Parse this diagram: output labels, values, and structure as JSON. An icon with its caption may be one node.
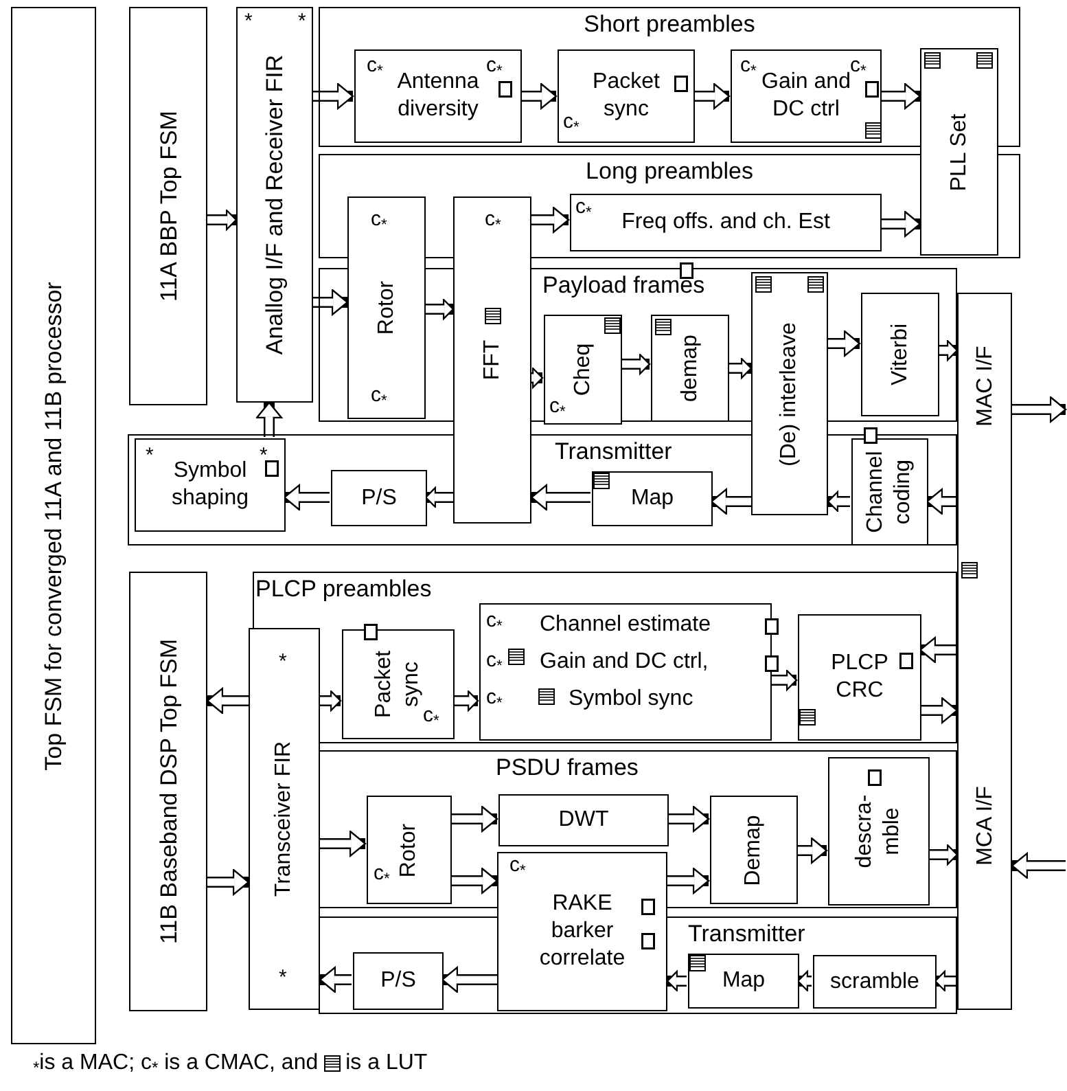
{
  "diagram": {
    "nodes": [
      {
        "text": [
          "Top FSM for converged 11A and 11B processor"
        ]
      },
      {
        "text": [
          "11A BBP Top FSM"
        ]
      },
      {
        "text": [
          "Anallog I/F and Receiver FIR",
          "*",
          "*"
        ]
      },
      {
        "text": [
          "Short preambles"
        ]
      },
      {
        "text": [
          "Antenna diversity",
          "c$_{*}$",
          "c$_{*}$"
        ],
        "in": 3
      },
      {
        "text": [
          "Packet sync",
          "c$_{*}$"
        ],
        "in": 3
      },
      {
        "text": [
          "Gain and DC ctrl",
          "c$_{*}$",
          "c$_{*}$"
        ],
        "in": 3
      },
      {
        "text": [
          "PLL Set"
        ]
      },
      {
        "text": [
          "Long preambles"
        ]
      },
      {
        "text": [
          "Freq offs. and ch. Est",
          "c$_{*}$"
        ],
        "in": 8
      },
      {
        "text": [
          "Rotor",
          "c$_{*}$",
          "c$_{*}$"
        ]
      },
      {
        "text": [
          "FFT",
          "c$_{*}$"
        ]
      },
      {
        "text": [
          "Payload frames"
        ]
      },
      {
        "text": [
          "Cheq",
          "c$_{*}$"
        ],
        "in": 12
      },
      {
        "text": [
          "demap"
        ],
        "in": 12
      },
      {
        "text": [
          "Viterbi"
        ],
        "in": 12
      },
      {
        "text": [
          "(De) interleave"
        ]
      },
      {
        "text": [
          "MAC I/F",
          "MCA I/F"
        ]
      },
      {
        "text": [
          "Transmitter"
        ]
      },
      {
        "text": [
          "Symbol shaping",
          "*",
          "*"
        ],
        "in": 18
      },
      {
        "text": [
          "P/S"
        ],
        "in": 18
      },
      {
        "text": [
          "Map"
        ],
        "in": 18
      },
      {
        "text": [
          "Channel coding"
        ],
        "in": 18
      },
      {
        "text": [
          "11B Baseband DSP Top FSM"
        ]
      },
      {
        "text": [
          "Transceiver FIR",
          "*",
          "*"
        ]
      },
      {
        "text": [
          "PLCP preambles"
        ]
      },
      {
        "text": [
          "Packet sync",
          "c$_{*}$"
        ],
        "in": 25
      },
      {
        "text": [
          "Channel estimate",
          "Gain and DC ctrl,",
          "Symbol sync",
          "c$_{*}$",
          "c$_{*}$",
          "c$_{*}$"
        ],
        "in": 25
      },
      {
        "text": [
          "PLCP CRC"
        ],
        "in": 25
      },
      {
        "text": [
          "PSDU frames"
        ]
      },
      {
        "text": [
          "Rotor",
          "c$_{*}$"
        ],
        "in": 29
      },
      {
        "text": [
          "DWT"
        ],
        "in": 29
      },
      {
        "text": [
          "Demap"
        ],
        "in": 29
      },
      {
        "text": [
          "descra- mble"
        ],
        "in": 29
      },
      {
        "text": [
          "RAKE barker correlate",
          "c$_{*}$"
        ]
      },
      {
        "text": [
          "Transmitter"
        ]
      },
      {
        "text": [
          "P/S"
        ],
        "in": 35
      },
      {
        "text": [
          "Map"
        ],
        "in": 35
      },
      {
        "text": [
          "scramble"
        ],
        "in": 35
      }
    ],
    "edges": [
      {
        "from": 1,
        "to": 2,
        "arrow": "to"
      },
      {
        "from": 2,
        "to": 4,
        "arrow": "to"
      },
      {
        "from": 4,
        "to": 5,
        "arrow": "to"
      },
      {
        "from": 5,
        "to": 6,
        "arrow": "to"
      },
      {
        "from": 6,
        "to": 7,
        "arrow": "to"
      },
      {
        "from": 11,
        "to": 9,
        "arrow": "to"
      },
      {
        "from": 9,
        "to": 7,
        "arrow": "to"
      },
      {
        "from": 2,
        "to": 10,
        "arrow": "to"
      },
      {
        "from": 10,
        "to": 11,
        "arrow": "to"
      },
      {
        "from": 11,
        "to": 13,
        "arrow": "to"
      },
      {
        "from": 13,
        "to": 14,
        "arrow": "to"
      },
      {
        "from": 14,
        "to": 16,
        "arrow": "to"
      },
      {
        "from": 16,
        "to": 15,
        "arrow": "to"
      },
      {
        "from": 15,
        "to": 17,
        "arrow": "to"
      },
      {
        "from": 17,
        "to": null,
        "arrow": "to"
      },
      {
        "from": 17,
        "to": 22,
        "arrow": "to"
      },
      {
        "from": 22,
        "to": 16,
        "arrow": "to"
      },
      {
        "from": 16,
        "to": 21,
        "arrow": "to"
      },
      {
        "from": 21,
        "to": 11,
        "arrow": "to"
      },
      {
        "from": 11,
        "to": 20,
        "arrow": "to"
      },
      {
        "from": 20,
        "to": 19,
        "arrow": "to"
      },
      {
        "from": 19,
        "to": 2,
        "arrow": "to"
      },
      {
        "from": 24,
        "to": 23,
        "arrow": "to"
      },
      {
        "from": 23,
        "to": 24,
        "arrow": "to"
      },
      {
        "from": 24,
        "to": 26,
        "arrow": "to"
      },
      {
        "from": 26,
        "to": 27,
        "arrow": "to"
      },
      {
        "from": 27,
        "to": 28,
        "arrow": "to"
      },
      {
        "from": 17,
        "to": 28,
        "arrow": "to"
      },
      {
        "from": 28,
        "to": 17,
        "arrow": "to"
      },
      {
        "from": 24,
        "to": 30,
        "arrow": "to"
      },
      {
        "from": 30,
        "to": 31,
        "arrow": "to"
      },
      {
        "from": 30,
        "to": 34,
        "arrow": "to"
      },
      {
        "from": 31,
        "to": 32,
        "arrow": "to"
      },
      {
        "from": 34,
        "to": 32,
        "arrow": "to"
      },
      {
        "from": 32,
        "to": 33,
        "arrow": "to"
      },
      {
        "from": 33,
        "to": 17,
        "arrow": "to"
      },
      {
        "from": null,
        "to": 17,
        "arrow": "to"
      },
      {
        "from": 17,
        "to": 38,
        "arrow": "to"
      },
      {
        "from": 38,
        "to": 37,
        "arrow": "to"
      },
      {
        "from": 37,
        "to": 34,
        "arrow": "to"
      },
      {
        "from": 34,
        "to": 36,
        "arrow": "to"
      },
      {
        "from": 36,
        "to": 24,
        "arrow": "to"
      }
    ],
    "labels": [
      "$_{*}$is a MAC; c$_{*}$ is a CMAC, and",
      "is a LUT"
    ]
  }
}
